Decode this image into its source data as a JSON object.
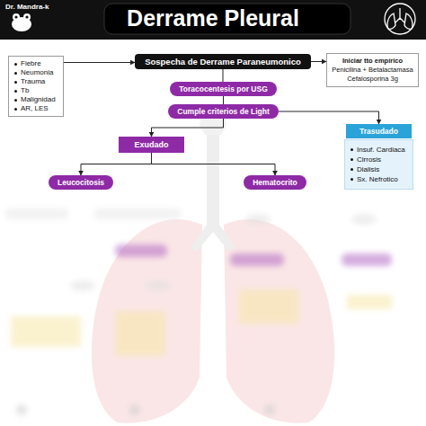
{
  "diagram": {
    "title": "Derrame Pleural",
    "nodes": [
      {
        "text": [
          "Fiebre",
          "Neumonia",
          "Trauma",
          "Tb",
          "Malignidad",
          "AR, LES"
        ]
      },
      {
        "text": [
          "Sospecha de Derrame Paraneumonico"
        ]
      },
      {
        "text": [
          "Iniciar tto empírico",
          "Penicilina + Betalactamasa",
          "Cefalosporina 3g"
        ]
      },
      {
        "text": [
          "Toracocentesis por USG"
        ]
      },
      {
        "text": [
          "Cumple criterios de Light"
        ]
      },
      {
        "text": [
          "Trasudado"
        ]
      },
      {
        "text": [
          "Insuf. Cardiaca",
          "Cirrosis",
          "Dialisis",
          "Sx. Nefrotico"
        ]
      },
      {
        "text": [
          "Exudado"
        ]
      },
      {
        "text": [
          "Leucocitosis"
        ]
      },
      {
        "text": [
          "Hematocrito"
        ]
      }
    ],
    "edges": [
      {
        "from": 0,
        "to": 1,
        "arrow": "to"
      },
      {
        "from": 1,
        "to": 2,
        "arrow": "to"
      },
      {
        "from": 1,
        "to": 3,
        "arrow": "none"
      },
      {
        "from": 3,
        "to": 4,
        "arrow": "none"
      },
      {
        "from": 4,
        "to": 7,
        "arrow": "to"
      },
      {
        "from": 4,
        "to": 5,
        "arrow": "to"
      },
      {
        "from": 7,
        "to": 8,
        "arrow": "to"
      },
      {
        "from": 7,
        "to": 9,
        "arrow": "to"
      }
    ],
    "labels": [
      "Dr. Mandra-k"
    ]
  }
}
